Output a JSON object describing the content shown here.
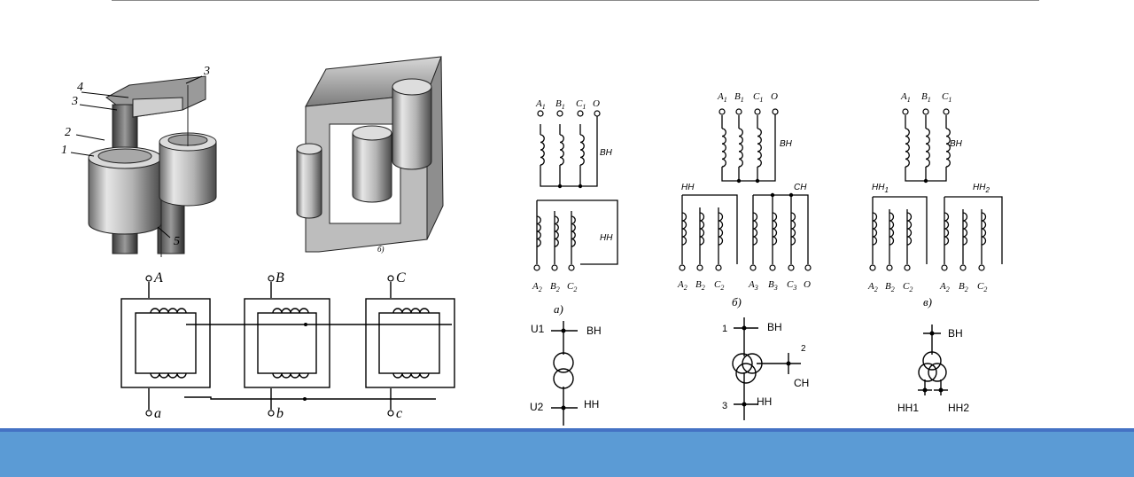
{
  "colors": {
    "band": "#5b9bd5",
    "band_edge": "#4472c4",
    "ink": "#000000",
    "rule": "#8a8a8a"
  },
  "core_single": {
    "labels": [
      "1",
      "2",
      "3",
      "4",
      "3",
      "5"
    ]
  },
  "core_three_leg": {
    "label": "б)"
  },
  "phase_schematic": {
    "top_terminals": [
      "A",
      "B",
      "C"
    ],
    "bottom_terminals": [
      "a",
      "b",
      "c"
    ]
  },
  "winding_diagrams": {
    "a": {
      "top_terminals": [
        "A",
        "B",
        "C",
        "O"
      ],
      "top_subscripts": [
        "1",
        "1",
        "1",
        ""
      ],
      "hv_label": "ВН",
      "lv_label": "НН",
      "bottom_terminals": [
        "A",
        "B",
        "C"
      ],
      "bottom_subscripts": [
        "2",
        "2",
        "2"
      ],
      "caption": "а)"
    },
    "b": {
      "top_terminals": [
        "A",
        "B",
        "C",
        "O"
      ],
      "top_subscripts": [
        "1",
        "1",
        "1",
        ""
      ],
      "hv_label": "ВН",
      "lv_label": "НН",
      "mv_label": "СН",
      "bottom_terminals_lv": [
        "A",
        "B",
        "C"
      ],
      "bottom_subscripts_lv": [
        "2",
        "2",
        "2"
      ],
      "bottom_terminals_mv": [
        "A",
        "B",
        "C",
        "O"
      ],
      "bottom_subscripts_mv": [
        "3",
        "3",
        "3",
        ""
      ],
      "caption": "б)"
    },
    "c": {
      "top_terminals": [
        "A",
        "B",
        "C"
      ],
      "top_subscripts": [
        "1",
        "1",
        "1"
      ],
      "hv_label": "ВН",
      "lv1_label": "НН",
      "lv1_sub": "1",
      "lv2_label": "НН",
      "lv2_sub": "2",
      "bottom_terminals_1": [
        "A",
        "B",
        "C"
      ],
      "bottom_subscripts_1": [
        "2",
        "2",
        "2"
      ],
      "bottom_terminals_2": [
        "A",
        "B",
        "C"
      ],
      "bottom_subscripts_2": [
        "2",
        "2",
        "2"
      ],
      "caption": "в)"
    }
  },
  "symbols": {
    "two_winding": {
      "top_label": "U1",
      "top_side": "ВН",
      "bottom_label": "U2",
      "bottom_side": "НН"
    },
    "three_winding": {
      "n1": "1",
      "n2": "2",
      "n3": "3",
      "hv": "ВН",
      "mv": "СН",
      "lv": "НН"
    },
    "split_winding": {
      "hv": "ВН",
      "lv1": "НН1",
      "lv2": "НН2"
    }
  }
}
